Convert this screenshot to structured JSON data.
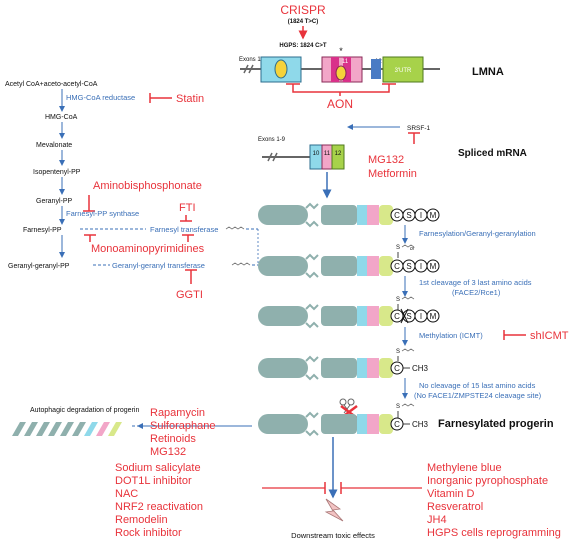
{
  "top": {
    "crispr": "CRISPR",
    "mutation": "(1824 T>C)",
    "hgps_mutation": "HGPS: 1824 C>T",
    "exons_label": "Exons 1-9",
    "exon11": "11",
    "exon12": "12",
    "utr": "3'UTR",
    "aon": "AON",
    "lmna": "LMNA",
    "srsf1": "SRSF-1",
    "spliced_exons": "Exons 1-9",
    "spliced_10": "10",
    "spliced_11": "11",
    "spliced_12": "12",
    "spliced_mrna": "Spliced mRNA",
    "mg132": "MG132",
    "metformin": "Metformin"
  },
  "pathway": {
    "acetyl": "Acetyl CoA+aceto-acetyl-CoA",
    "hmgcoa_reductase": "HMG-CoA reductase",
    "statin": "Statin",
    "hmgcoa": "HMG-CoA",
    "mevalonate": "Mevalonate",
    "isopentenyl": "Isopentenyl-PP",
    "aminobisphosphonate": "Aminobisphosphonate",
    "geranyl": "Geranyl-PP",
    "farnesyl_synthase": "Farnesyl-PP synthase",
    "fti": "FTI",
    "farnesyl_pp": "Farnesyl-PP",
    "farnesyl_transferase": "Farnesyl transferase",
    "monoaminopyrimidines": "Monoaminopyrimidines",
    "ggpp": "Geranyl-geranyl-PP",
    "gg_transferase": "Geranyl-geranyl transferase",
    "ggti": "GGTI"
  },
  "processing": {
    "farnesylation": "Farnesylation/Geranyl-geranylation",
    "or": "or",
    "cleavage_line1": "1st cleavage of 3 last amino acids",
    "cleavage_line2": "(FACE2/Rce1)",
    "methylation": "Methylation (ICMT)",
    "shicmt": "shICMT",
    "no_cleavage_line1": "No cleavage of 15 last amino acids",
    "no_cleavage_line2": "(No FACE1/ZMPSTE24 cleavage site)",
    "ch3_a": "CH3",
    "ch3_b": "CH3",
    "s": "S",
    "c": "C",
    "csim": [
      "C",
      "S",
      "I",
      "M"
    ],
    "farnesylated_progerin": "Farnesylated progerin"
  },
  "bottom_left": {
    "autophagic": "Autophagic degradation of progerin",
    "degradation_drugs": [
      "Rapamycin",
      "Sulforaphane",
      "Retinoids",
      "MG132"
    ],
    "drugs": [
      "Sodium salicylate",
      "DOT1L inhibitor",
      "NAC",
      "NRF2 reactivation",
      "Remodelin",
      "Rock inhibitor"
    ]
  },
  "bottom_right": {
    "drugs": [
      "Methylene blue",
      "Inorganic pyrophosphate",
      "Vitamin D",
      "Resveratrol",
      "JH4",
      "HGPS cells reprogramming"
    ]
  },
  "downstream": "Downstream toxic effects",
  "colors": {
    "red": "#e8333b",
    "blue": "#3a6fb7",
    "teal": "#8fb0ad",
    "pink": "#f2a6c8",
    "cyan": "#8fd9ea",
    "lime": "#d8e88a",
    "magenta": "#d9318a",
    "green": "#a7d24a"
  }
}
